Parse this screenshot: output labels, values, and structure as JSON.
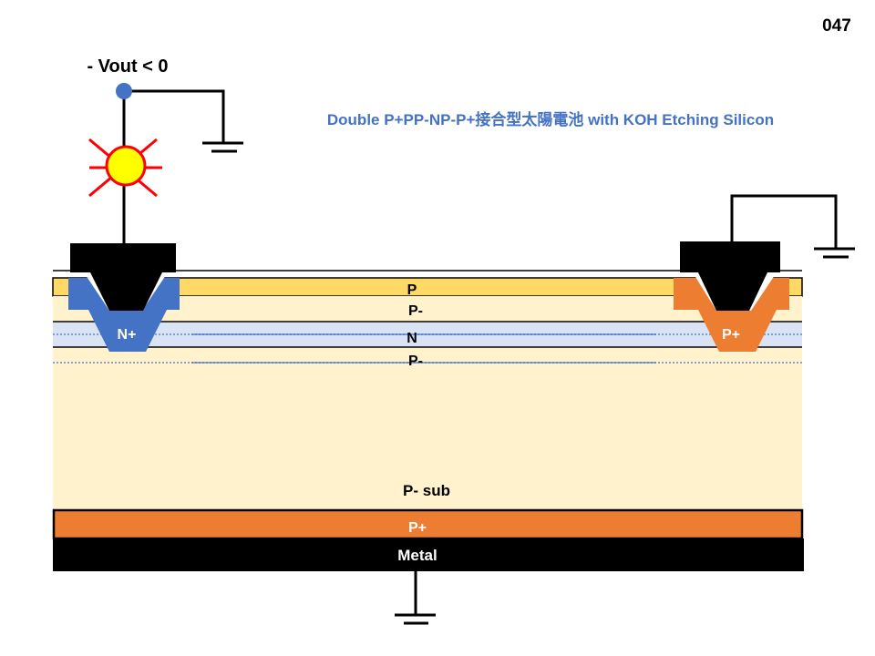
{
  "slide": {
    "page_number": "047",
    "title": "Double P+PP-NP-P+接合型太陽電池 with KOH Etching Silicon",
    "vout_label": "- Vout < 0"
  },
  "layers": {
    "p_top": "P",
    "p_minus_1": "P-",
    "n": "N",
    "p_minus_2": "P-",
    "p_sub": "P- sub",
    "p_plus_bottom": "P+",
    "metal": "Metal"
  },
  "contacts": {
    "left_diffusion": "N+",
    "right_diffusion": "P+"
  },
  "colors": {
    "title_blue": "#4472c4",
    "p_layer": "#ffd966",
    "p_minus_layer": "#fff2cc",
    "n_layer": "#dae3f3",
    "n_plus": "#4472c4",
    "p_plus": "#ed7d31",
    "metal": "#000000",
    "light_sun": "#ffff00",
    "light_rays": "#ff0000",
    "node_dot": "#4472c4"
  }
}
